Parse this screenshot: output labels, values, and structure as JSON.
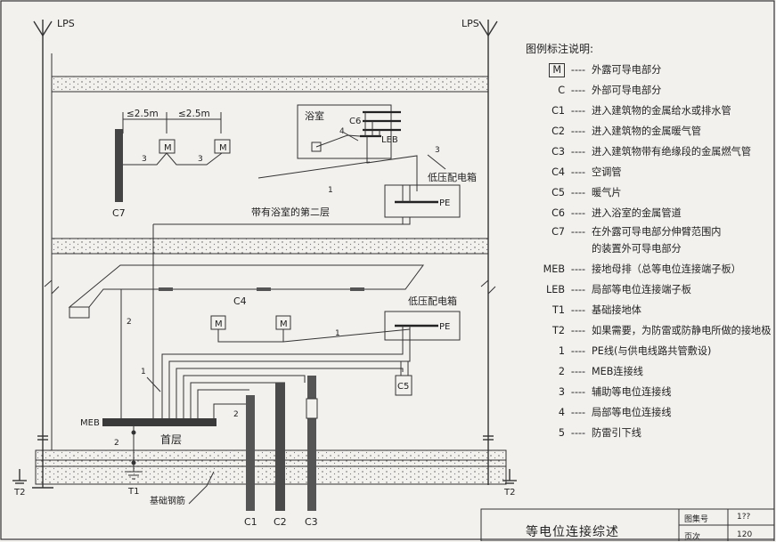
{
  "labels": {
    "lps_left": "LPS",
    "lps_right": "LPS",
    "dist_left": "≤2.5m",
    "dist_right": "≤2.5m",
    "m": "M",
    "c7": "C7",
    "bathroom": "浴室",
    "c6": "C6",
    "leb": "LEB",
    "lv_box_upper": "低压配电箱",
    "pe": "PE",
    "second_floor": "带有浴室的第二层",
    "c4": "C4",
    "lv_box_lower": "低压配电箱",
    "c5": "C5",
    "meb": "MEB",
    "first_floor": "首层",
    "foundation_rebar": "基础钢筋",
    "t1": "T1",
    "t2_left": "T2",
    "t2_right": "T2",
    "c1": "C1",
    "c2": "C2",
    "c3": "C3",
    "n1": "1",
    "n2": "2",
    "n3": "3",
    "n4": "4"
  },
  "legend": {
    "title": "图例标注说明:",
    "dash": "----",
    "items": [
      {
        "key": "M",
        "desc": "外露可导电部分",
        "boxed": true
      },
      {
        "key": "C",
        "desc": "外部可导电部分"
      },
      {
        "key": "C1",
        "desc": "进入建筑物的金属给水或排水管"
      },
      {
        "key": "C2",
        "desc": "进入建筑物的金属暖气管"
      },
      {
        "key": "C3",
        "desc": "进入建筑物带有绝缘段的金属燃气管"
      },
      {
        "key": "C4",
        "desc": "空调管"
      },
      {
        "key": "C5",
        "desc": "暖气片"
      },
      {
        "key": "C6",
        "desc": "进入浴室的金属管道"
      },
      {
        "key": "C7",
        "desc": "在外露可导电部分伸臂范围内",
        "desc2": "的装置外可导电部分"
      },
      {
        "key": "MEB",
        "desc": "接地母排（总等电位连接端子板）"
      },
      {
        "key": "LEB",
        "desc": "局部等电位连接端子板"
      },
      {
        "key": "T1",
        "desc": "基础接地体"
      },
      {
        "key": "T2",
        "desc": "如果需要，为防雷或防静电所做的接地极"
      },
      {
        "key": "1",
        "desc": "PE线(与供电线路共管敷设)"
      },
      {
        "key": "2",
        "desc": "MEB连接线"
      },
      {
        "key": "3",
        "desc": "辅助等电位连接线"
      },
      {
        "key": "4",
        "desc": "局部等电位连接线"
      },
      {
        "key": "5",
        "desc": "防雷引下线"
      }
    ]
  },
  "title_block": {
    "title": "等电位连接综述",
    "atlas_key": "图集号",
    "atlas_value": "1??",
    "page_key": "页次",
    "page_value": "120"
  }
}
